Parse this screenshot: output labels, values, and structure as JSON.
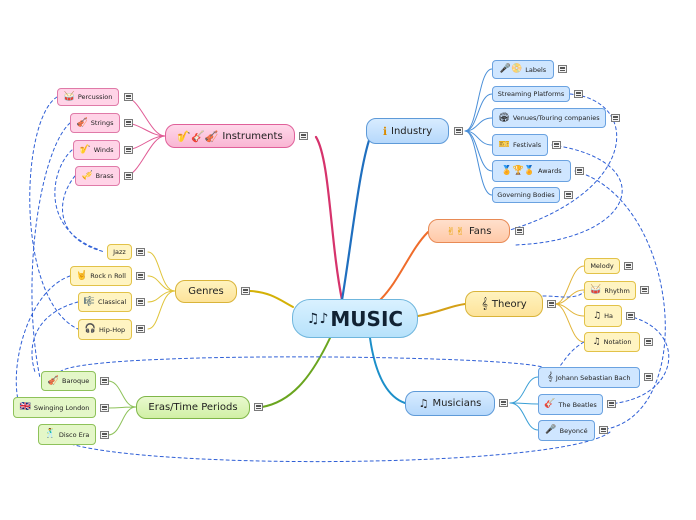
{
  "center": {
    "label": "MUSIC",
    "icon": "♫♪"
  },
  "branches": {
    "instruments": {
      "label": "Instruments",
      "icon": "🎷🎸🎻"
    },
    "industry": {
      "label": "Industry",
      "icon": "ℹ"
    },
    "fans": {
      "label": "Fans",
      "icon": "✌✌"
    },
    "theory": {
      "label": "Theory",
      "icon": "𝄞"
    },
    "genres": {
      "label": "Genres"
    },
    "musicians": {
      "label": "Musicians",
      "icon": "♫"
    },
    "eras": {
      "label": "Eras/Time Periods"
    }
  },
  "leaves": {
    "percussion": {
      "label": "Percussion",
      "icon": "🥁"
    },
    "strings": {
      "label": "Strings",
      "icon": "🎻"
    },
    "winds": {
      "label": "Winds",
      "icon": "🎷"
    },
    "brass": {
      "label": "Brass",
      "icon": "🎺"
    },
    "labels": {
      "label": "Labels",
      "icon": "🎤📀"
    },
    "streaming": {
      "label": "Streaming Platforms"
    },
    "venues": {
      "label": "Venues/Touring companies",
      "icon": "🏟"
    },
    "festivals": {
      "label": "Festivals",
      "icon": "🎫"
    },
    "awards": {
      "label": "Awards",
      "icon": "🏅🏆🏅"
    },
    "governing": {
      "label": "Governing Bodies"
    },
    "melody": {
      "label": "Melody"
    },
    "rhythm": {
      "label": "Rhythm",
      "icon": "🥁"
    },
    "ha": {
      "label": "Ha",
      "icon": "♫"
    },
    "notation": {
      "label": "Notation",
      "icon": "♫"
    },
    "jazz": {
      "label": "Jazz"
    },
    "rocknroll": {
      "label": "Rock n Roll",
      "icon": "🤘"
    },
    "classical": {
      "label": "Classical",
      "icon": "🎼"
    },
    "hiphop": {
      "label": "Hip-Hop",
      "icon": "🎧"
    },
    "bach": {
      "label": "Johann Sebastian Bach",
      "icon": "𝄞"
    },
    "beatles": {
      "label": "The Beatles",
      "icon": "🎸"
    },
    "beyonce": {
      "label": "Beyoncé",
      "icon": "🎤"
    },
    "baroque": {
      "label": "Baroque",
      "icon": "🎻"
    },
    "swinging": {
      "label": "Swinging London",
      "icon": "🇬🇧"
    },
    "disco": {
      "label": "Disco Era",
      "icon": "🕺"
    }
  },
  "colors": {
    "instruments": "#d6336c",
    "industry": "#1f6fbf",
    "fans": "#ef6c2b",
    "theory": "#d4a017",
    "genres": "#d4b106",
    "musicians": "#1c8fc9",
    "eras": "#6aa51f",
    "dashed": "#2f5fd6"
  }
}
